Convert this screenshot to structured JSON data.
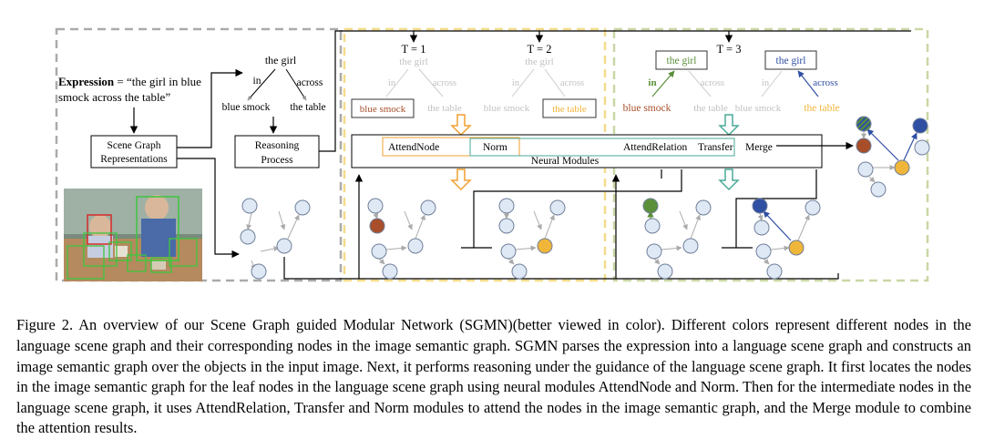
{
  "figure": {
    "expression_label": "Expression",
    "expression_line1": " = “the girl in blue",
    "expression_line2": "smock across the table”",
    "sg_box_line1": "Scene Graph",
    "sg_box_line2": "Representations",
    "reasoning_line1": "Reasoning",
    "reasoning_line2": "Process",
    "lang_graph": {
      "root": "the girl",
      "edge_left": "in",
      "edge_right": "across",
      "leaf_left": "blue smock",
      "leaf_right": "the table"
    },
    "t1": "T = 1",
    "t2": "T = 2",
    "t3": "T = 3",
    "modules": {
      "attend_node": "AttendNode",
      "norm": "Norm",
      "neural_modules": "Neural Modules",
      "attend_relation": "AttendRelation",
      "transfer": "Transfer",
      "merge": "Merge"
    },
    "colors": {
      "brown": "#a84e2a",
      "orange": "#f0b63a",
      "green": "#5b8f3a",
      "blue": "#2f4fa3",
      "node_fill": "#dfe8f5",
      "node_stroke": "#6f7f99",
      "panel1_dash": "#f2dc8a",
      "panel2_dash": "#c9d7a5",
      "arrow_orange": "#f0a030",
      "arrow_teal": "#4aaa98"
    }
  },
  "caption": "Figure 2. An overview of our Scene Graph guided Modular Network (SGMN)(better viewed in color). Different colors represent different nodes in the language scene graph and their corresponding nodes in the image semantic graph. SGMN parses the expression into a language scene graph and constructs an image semantic graph over the objects in the input image. Next, it performs reasoning under the guidance of the language scene graph. It first locates the nodes in the image semantic graph for the leaf nodes in the language scene graph using neural modules AttendNode and Norm. Then for the intermediate nodes in the language scene graph, it uses AttendRelation, Transfer and Norm modules to attend the nodes in the image semantic graph, and the Merge module to combine the attention results."
}
